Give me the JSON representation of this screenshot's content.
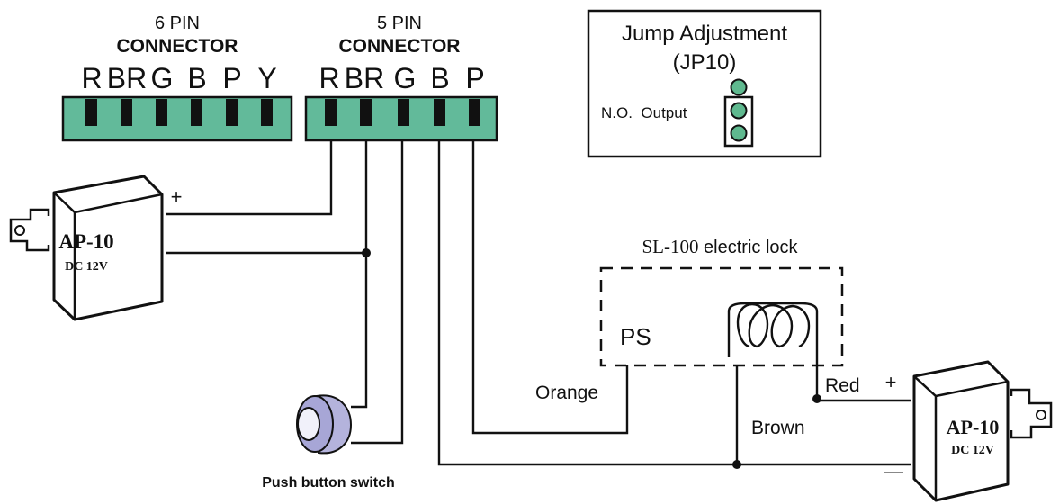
{
  "colors": {
    "connector": "#62ba9a",
    "line": "#111111",
    "jumper_dot": "#5fb98f",
    "button": "#a7a6d6"
  },
  "connector6": {
    "count_label": "6 PIN",
    "type_label": "CONNECTOR",
    "pins": [
      "R",
      "BR",
      "G",
      "B",
      "P",
      "Y"
    ]
  },
  "connector5": {
    "count_label": "5 PIN",
    "type_label": "CONNECTOR",
    "pins": [
      "R",
      "BR",
      "G",
      "B",
      "P"
    ]
  },
  "jumper": {
    "title": "Jump Adjustment",
    "id": "(JP10)",
    "output_label": "N.O.  Output"
  },
  "adapter_left": {
    "model": "AP-10",
    "rating": "DC 12V",
    "plus": "+"
  },
  "adapter_right": {
    "model": "AP-10",
    "rating": "DC 12V",
    "plus": "+",
    "minus": "—"
  },
  "lock": {
    "title_model": "SL-100",
    "title_text": " electric lock",
    "ps_label": "PS"
  },
  "wires": {
    "orange": "Orange",
    "brown": "Brown",
    "red": "Red"
  },
  "push_button": {
    "label": "Push button switch"
  }
}
